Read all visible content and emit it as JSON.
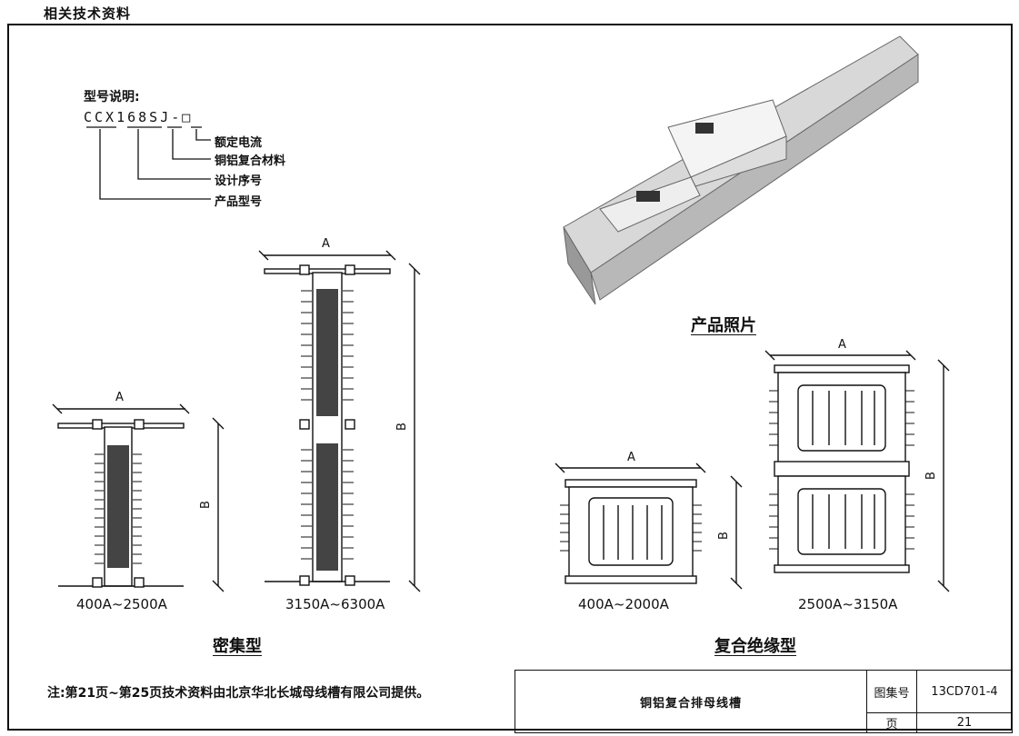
{
  "header_note": "相关技术资料",
  "model_spec": {
    "heading": "型号说明:",
    "code": "CCX168SJ-□",
    "items": [
      "额定电流",
      "铜铝复合材料",
      "设计序号",
      "产品型号"
    ]
  },
  "photo_caption": "产品照片",
  "dense_type": {
    "caption": "密集型",
    "small": {
      "dim_a": "A",
      "dim_b": "B",
      "range": "400A~2500A"
    },
    "large": {
      "dim_a": "A",
      "dim_b": "B",
      "range": "3150A~6300A"
    }
  },
  "insulated_type": {
    "caption": "复合绝缘型",
    "small": {
      "dim_a": "A",
      "dim_b": "B",
      "range": "400A~2000A"
    },
    "large": {
      "dim_a": "A",
      "dim_b": "B",
      "range": "2500A~3150A"
    }
  },
  "footnote": "注:第21页~第25页技术资料由北京华北长城母线槽有限公司提供。",
  "title_block": {
    "title": "铜铝复合排母线槽",
    "atlas_label": "图集号",
    "atlas_no": "13CD701-4",
    "page_label": "页",
    "page_no": "21"
  }
}
